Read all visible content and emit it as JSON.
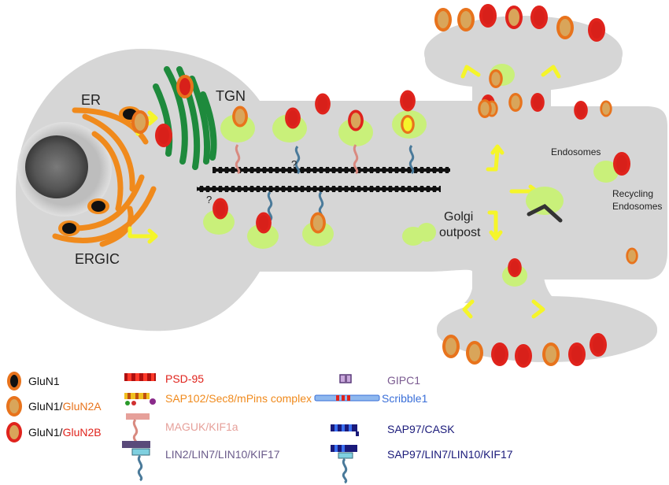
{
  "cell": {
    "er_label": "ER",
    "tgn_label": "TGN",
    "ergic_label": "ERGIC",
    "golgi_outpost_label": [
      "Golgi",
      "outpost"
    ],
    "endosomes_label": "Endosomes",
    "recycling_endosomes_label": [
      "Recycling",
      "Endosomes"
    ],
    "question_marks": [
      "?",
      "?"
    ]
  },
  "legend": {
    "col1": [
      {
        "prefix": "GluN1",
        "suffix": "",
        "suffix_color": ""
      },
      {
        "prefix": "GluN1/",
        "suffix": "GluN2A",
        "suffix_color": "#e8731c"
      },
      {
        "prefix": "GluN1/",
        "suffix": "GluN2B",
        "suffix_color": "#e0231c"
      }
    ],
    "col2": [
      {
        "label": "PSD-95",
        "color": "#e0231c"
      },
      {
        "label": "SAP102/Sec8/mPins complex",
        "color": "#f08a1c"
      },
      {
        "label": "MAGUK/KIF1a",
        "color": "#e6a09a"
      },
      {
        "label": "LIN2/LIN7/LIN10/KIF17",
        "color": "#6a5a8a"
      }
    ],
    "col3": [
      {
        "label": "GIPC1",
        "color": "#7a5a90"
      },
      {
        "label": "Scribble1",
        "color": "#3a6fd8"
      },
      {
        "label": "SAP97/CASK",
        "color": "#1a1a7a"
      },
      {
        "label": "SAP97/LIN7/LIN10/KIF17",
        "color": "#1a1a7a"
      }
    ]
  },
  "colors": {
    "cell": "#d6d6d6",
    "er": "#f08a1c",
    "tgn": "#1e8a3c",
    "arrow": "#f5f52a",
    "vesicle": "#c9f07a",
    "outer_orange": "#e8731c",
    "outer_red": "#e0231c",
    "inner_tan": "#d9a55a"
  }
}
